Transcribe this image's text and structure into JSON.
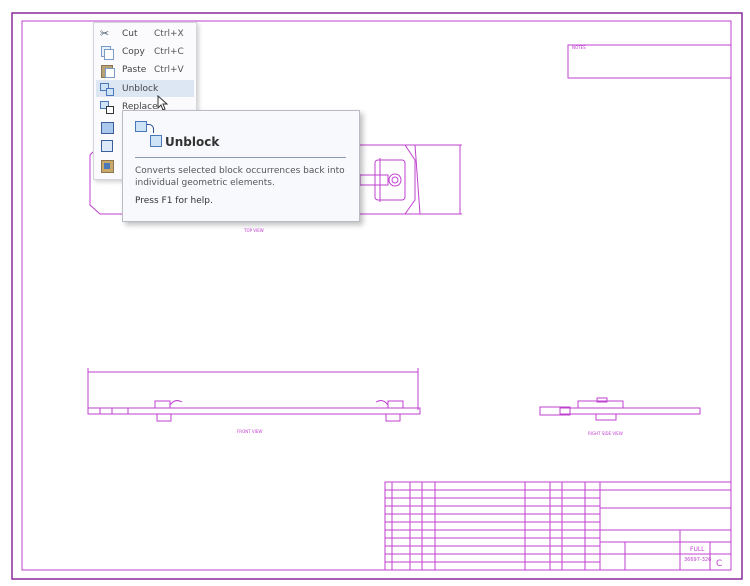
{
  "context_menu": {
    "items": [
      {
        "label": "Cut",
        "shortcut": "Ctrl+X",
        "icon": "scissors-icon"
      },
      {
        "label": "Copy",
        "shortcut": "Ctrl+C",
        "icon": "copy-icon"
      },
      {
        "label": "Paste",
        "shortcut": "Ctrl+V",
        "icon": "paste-icon"
      },
      {
        "label": "Unblock",
        "shortcut": "",
        "icon": "unblock-icon",
        "highlighted": true
      },
      {
        "label": "Replace",
        "shortcut": "",
        "icon": "replace-icon"
      }
    ]
  },
  "tooltip": {
    "title": "Unblock",
    "description": "Converts selected block occurrences back into individual geometric elements.",
    "help": "Press F1 for help."
  },
  "drawing": {
    "views": {
      "top": "TOP VIEW",
      "front": "FRONT VIEW",
      "right": "RIGHT SIDE VIEW"
    },
    "notes_title": "NOTES",
    "scale": "FULL",
    "drawing_number": "36697-326",
    "sheet_size": "C",
    "colors": {
      "line": "#c040d0",
      "frame": "#8a2a9a"
    }
  }
}
